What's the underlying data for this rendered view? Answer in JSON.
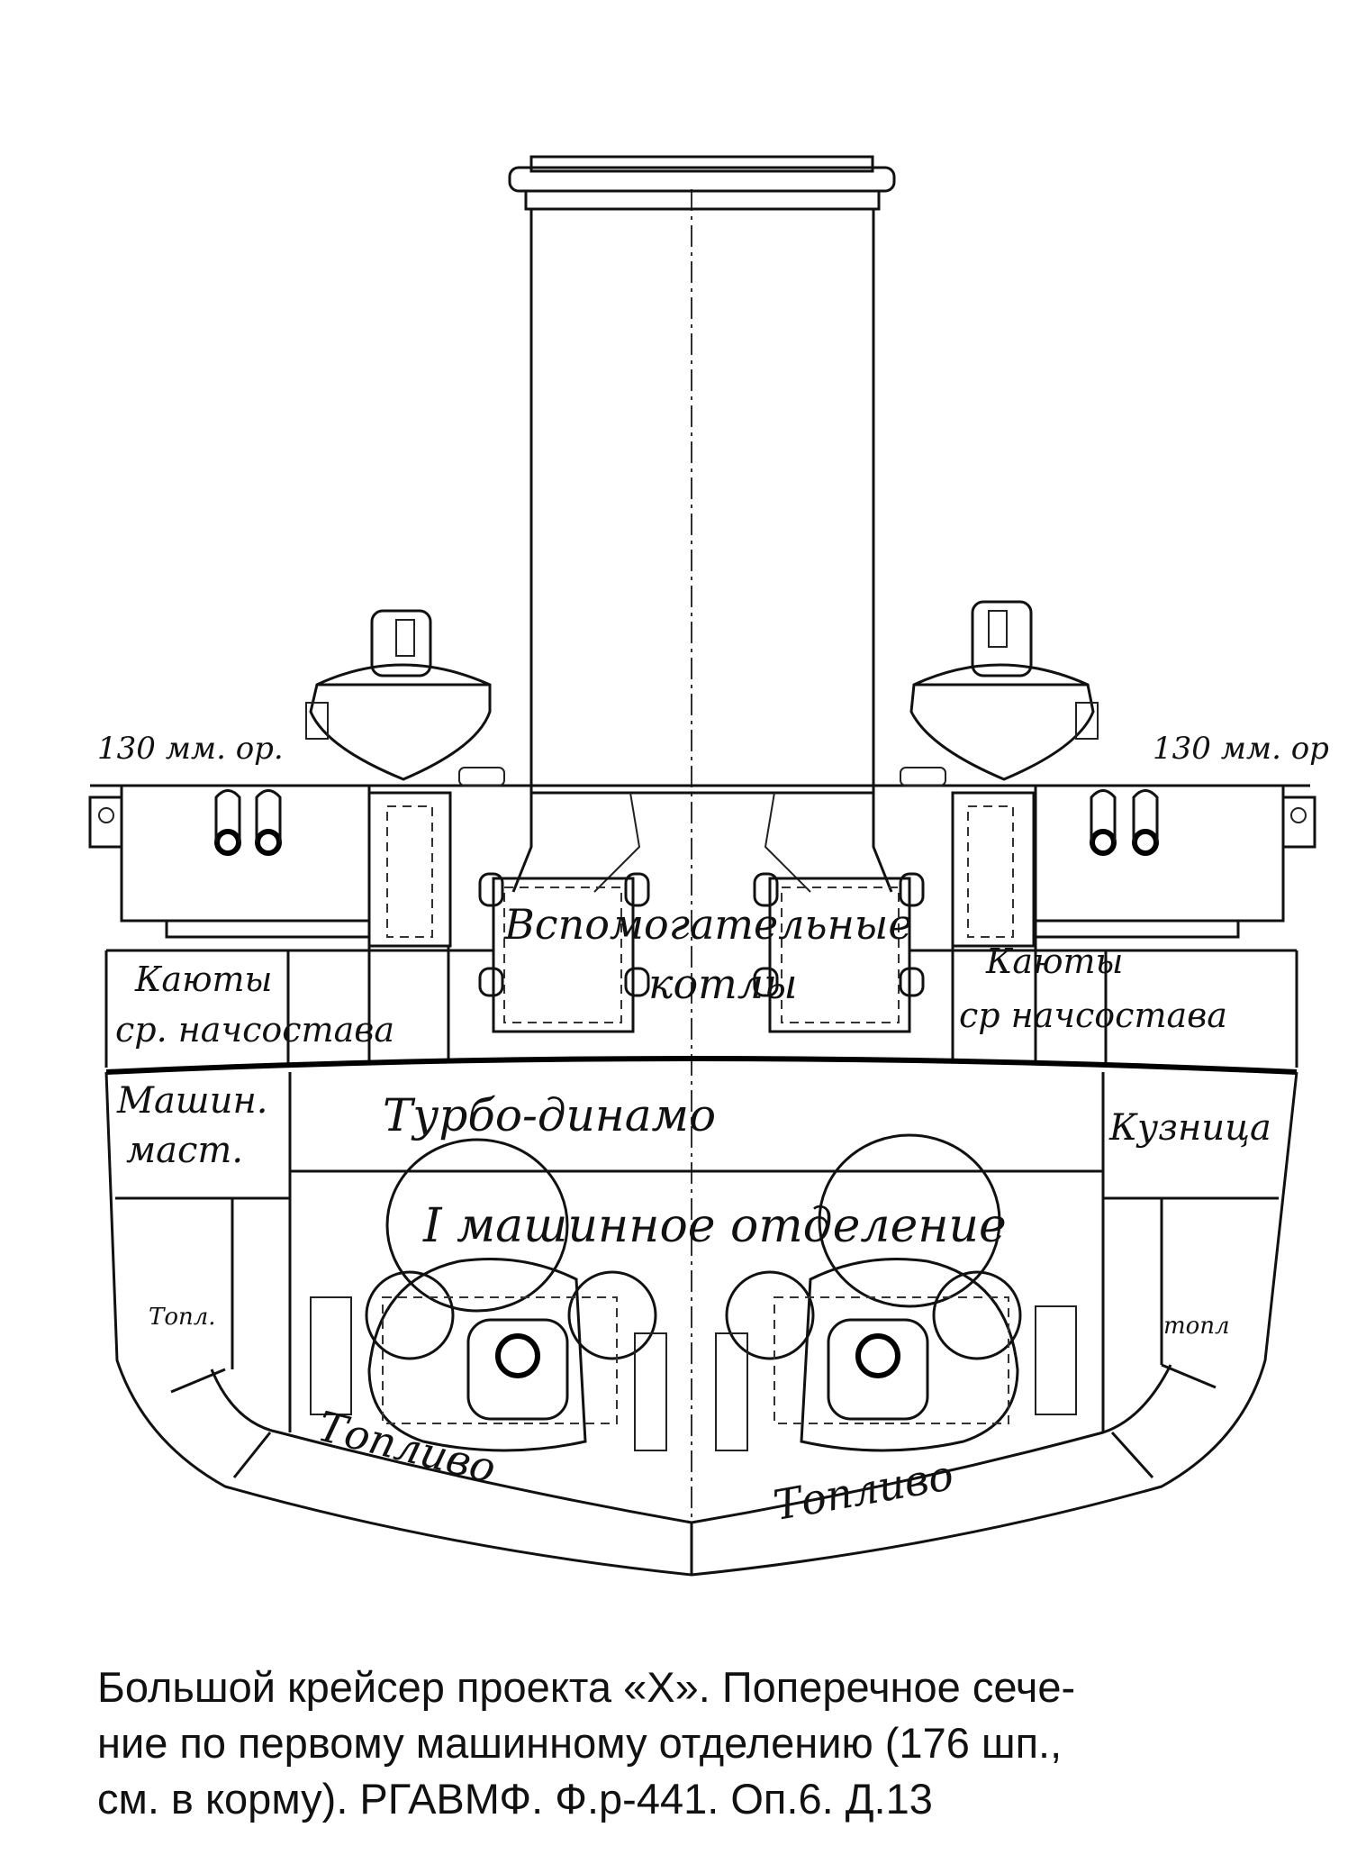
{
  "labels": {
    "gun_left": "130 мм. ор.",
    "gun_right": "130 мм. ор",
    "aux_boilers_1": "Вспомогательные",
    "aux_boilers_2": "котлы",
    "cabins_left_1": "Каюты",
    "cabins_left_2": "ср. начсостава",
    "cabins_right_1": "Каюты",
    "cabins_right_2": "ср начсостава",
    "workshop_1": "Машин.",
    "workshop_2": "маст.",
    "turbo_dynamo": "Турбо-динамо",
    "smithy": "Кузница",
    "engine_room": "I машинное отделение",
    "fuel_left_small": "Топл.",
    "fuel_right_small": "топл",
    "fuel_left": "Топливо",
    "fuel_right": "Топливо"
  },
  "caption": {
    "line1": "Большой крейсер проекта «Х». Поперечное сече-",
    "line2": "ние по первому машинному отделению (176 шп.,",
    "line3": "см. в корму). РГАВМФ. Ф.р-441. Оп.6. Д.13"
  }
}
